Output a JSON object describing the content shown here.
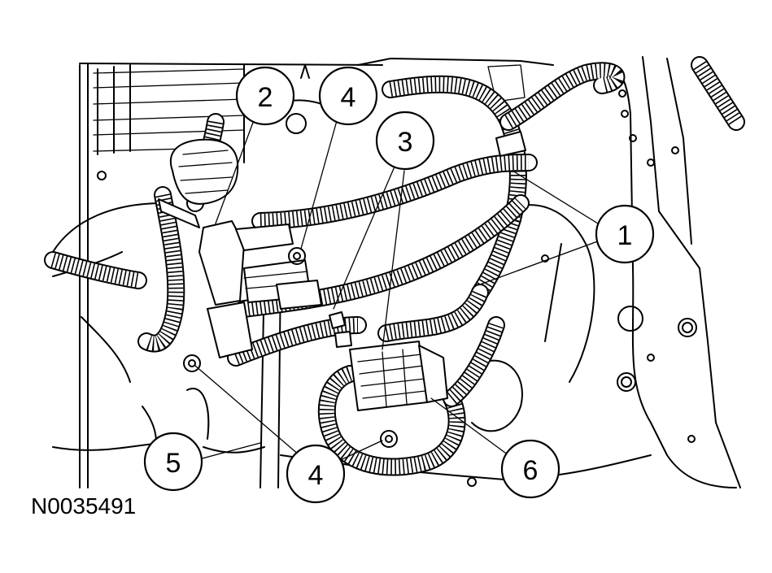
{
  "figure": {
    "id": "N0035491",
    "callouts": [
      {
        "name": "callout-1",
        "label": "1"
      },
      {
        "name": "callout-2",
        "label": "2"
      },
      {
        "name": "callout-3",
        "label": "3"
      },
      {
        "name": "callout-4-top",
        "label": "4"
      },
      {
        "name": "callout-4-bottom",
        "label": "4"
      },
      {
        "name": "callout-5",
        "label": "5"
      },
      {
        "name": "callout-6",
        "label": "6"
      }
    ]
  }
}
